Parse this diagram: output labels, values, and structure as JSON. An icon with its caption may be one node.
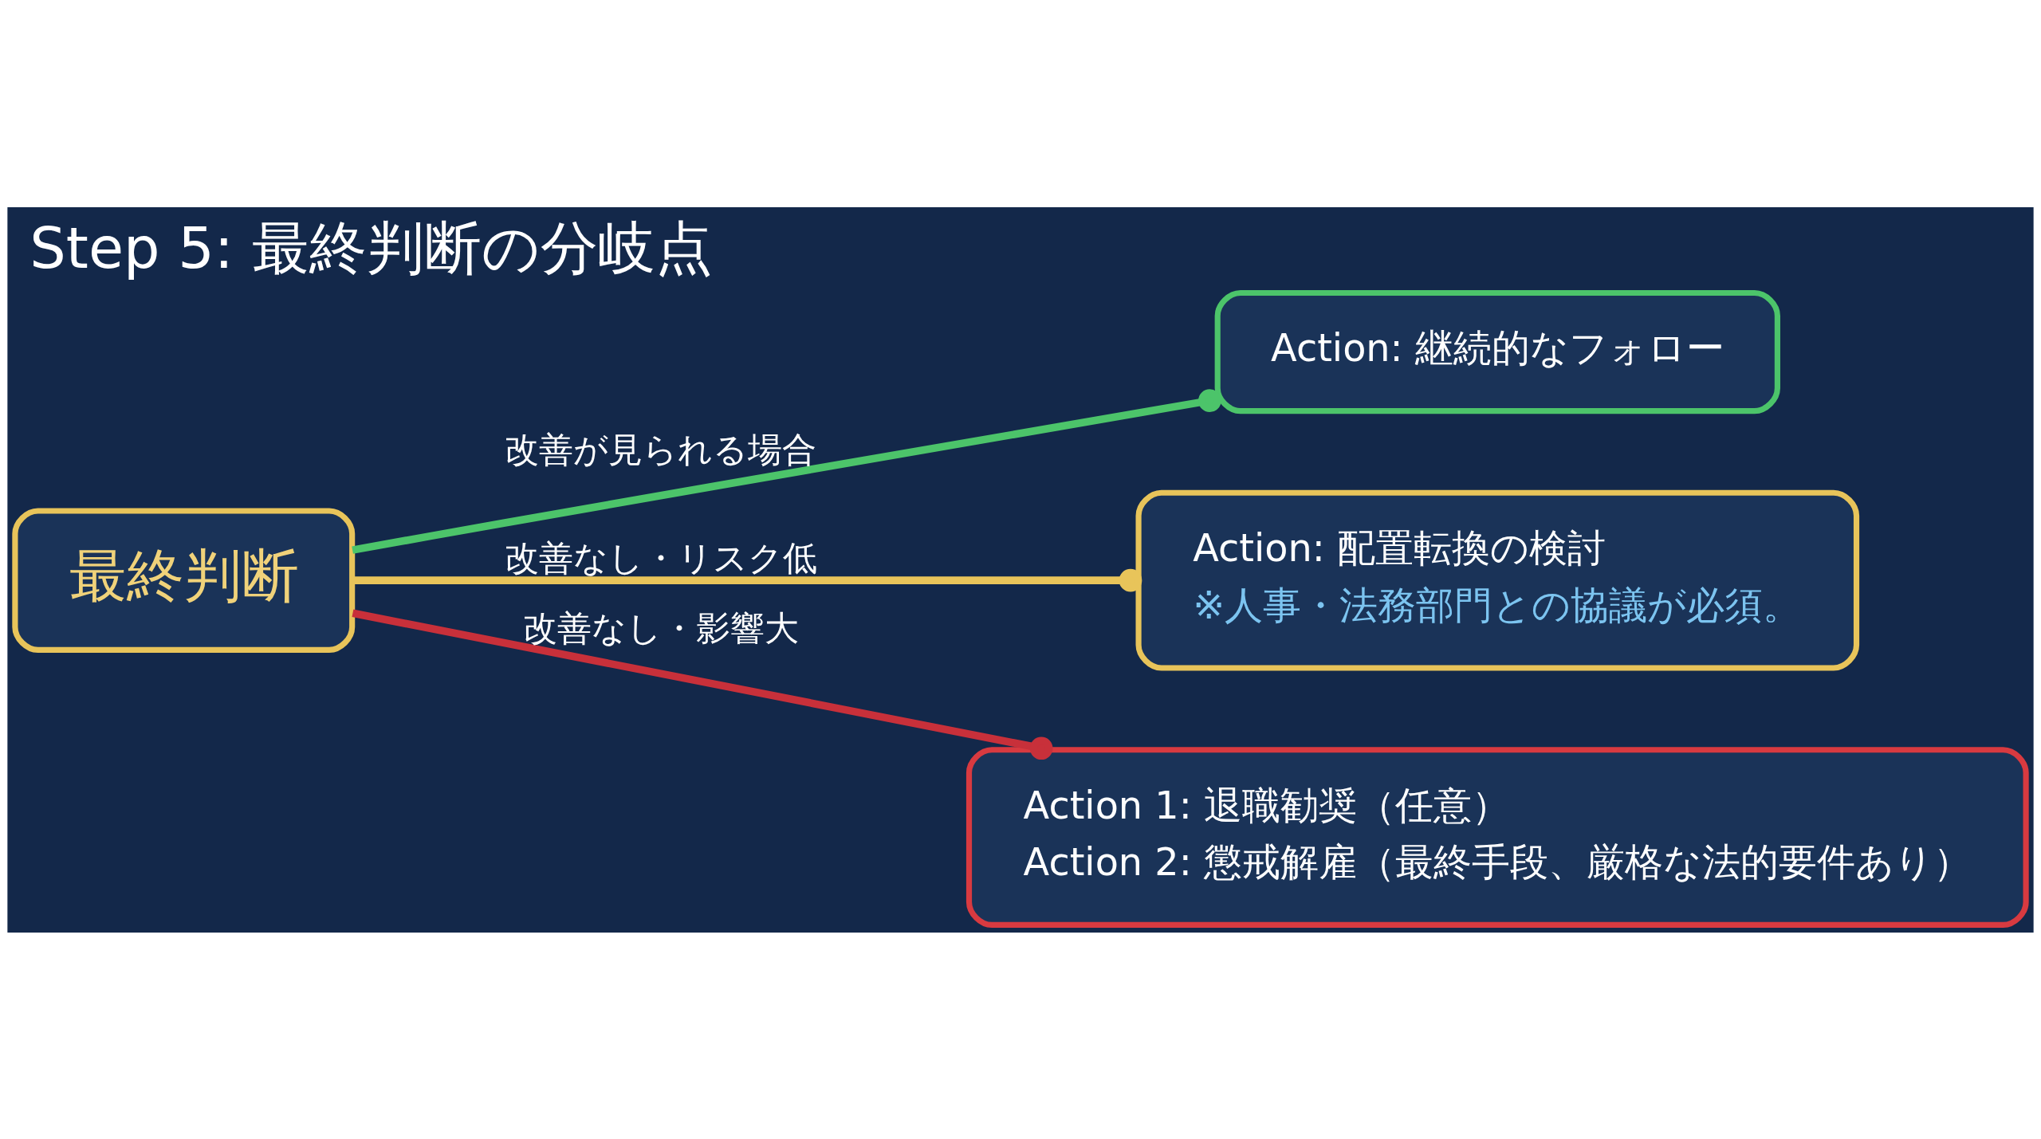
{
  "diagram": {
    "title": "Step 5: 最終判断の分岐点",
    "nodes": [
      {
        "text": [
          "最終判断"
        ]
      },
      {
        "text": [
          "Action: 継続的なフォロー"
        ]
      },
      {
        "text": [
          "Action: 配置転換の検討",
          "※人事・法務部門との協議が必須。"
        ]
      },
      {
        "text": [
          "Action 1: 退職勧奨（任意）",
          "Action 2: 懲戒解雇（最終手段、厳格な法的要件あり）"
        ]
      }
    ],
    "edges": [
      {
        "from": 0,
        "to": 1,
        "arrow": "other",
        "label": "改善が見られる場合",
        "color": "#4cc46a"
      },
      {
        "from": 0,
        "to": 2,
        "arrow": "other",
        "label": "改善なし・リスク低",
        "color": "#e8c45a"
      },
      {
        "from": 0,
        "to": 3,
        "arrow": "other",
        "label": "改善なし・影響大",
        "color": "#c8303a"
      }
    ]
  }
}
